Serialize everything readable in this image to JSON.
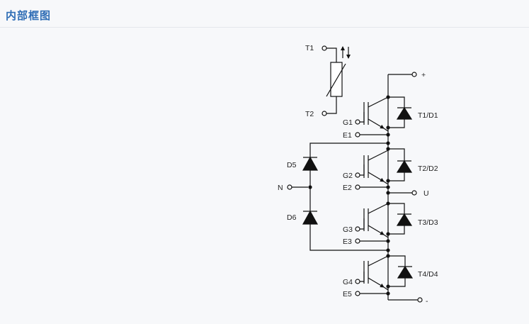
{
  "page": {
    "title": "内部框图"
  },
  "diagram": {
    "thermistor": {
      "t1": "T1",
      "t2": "T2"
    },
    "terminals": {
      "plus": "+",
      "minus": "-",
      "u": "U",
      "n": "N",
      "g1": "G1",
      "e1": "E1",
      "g2": "G2",
      "e2": "E2",
      "g3": "G3",
      "e3": "E3",
      "g4": "G4",
      "e5": "E5"
    },
    "devices": {
      "q1": "T1/D1",
      "q2": "T2/D2",
      "q3": "T3/D3",
      "q4": "T4/D4",
      "d5": "D5",
      "d6": "D6"
    }
  }
}
